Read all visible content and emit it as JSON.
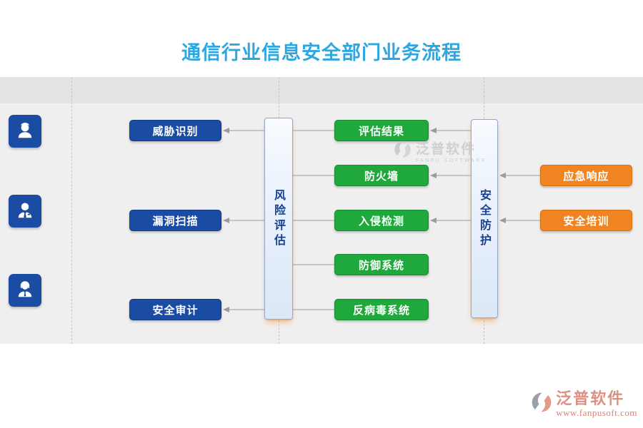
{
  "title": "通信行业信息安全部门业务流程",
  "roles": [
    {
      "icon": "person-cap-icon"
    },
    {
      "icon": "person-tie-icon"
    },
    {
      "icon": "person-female-icon"
    }
  ],
  "nodes": {
    "blue": [
      "威胁识别",
      "漏洞扫描",
      "安全审计"
    ],
    "vertical": [
      "风险评估",
      "安全防护"
    ],
    "green": [
      "评估结果",
      "防火墙",
      "入侵检测",
      "防御系统",
      "反病毒系统"
    ],
    "orange": [
      "应急响应",
      "安全培训"
    ]
  },
  "edges": [
    {
      "from": "风险评估",
      "to": "威胁识别",
      "arrow": true
    },
    {
      "from": "风险评估",
      "to": "漏洞扫描",
      "arrow": true
    },
    {
      "from": "风险评估",
      "to": "安全审计",
      "arrow": true
    },
    {
      "from": "风险评估",
      "to": "评估结果",
      "arrow": false
    },
    {
      "from": "风险评估",
      "to": "防火墙",
      "arrow": false
    },
    {
      "from": "风险评估",
      "to": "入侵检测",
      "arrow": false
    },
    {
      "from": "风险评估",
      "to": "防御系统",
      "arrow": false
    },
    {
      "from": "风险评估",
      "to": "反病毒系统",
      "arrow": false
    },
    {
      "from": "安全防护",
      "to": "评估结果",
      "arrow": true
    },
    {
      "from": "安全防护",
      "to": "防火墙",
      "arrow": true
    },
    {
      "from": "安全防护",
      "to": "入侵检测",
      "arrow": true
    },
    {
      "from": "应急响应",
      "to": "安全防护",
      "arrow": true
    },
    {
      "from": "安全培训",
      "to": "安全防护",
      "arrow": true
    }
  ],
  "watermark": {
    "brand": "泛普软件",
    "subtitle": "FANPU SOFTWARE"
  },
  "footer": {
    "brand": "泛普软件",
    "website": "www.fanpusoft.com"
  },
  "colors": {
    "title": "#2EA7E0",
    "blue_node": "#1A4CA4",
    "green_node": "#1FA93C",
    "orange_node": "#F08421",
    "vertical_node_fill": "#E9F1FB",
    "vertical_node_border": "#8FA9D0",
    "lane_band": "#E4E3E3",
    "lane_area": "#F0EFEF",
    "connector": "#AEAEAE"
  }
}
